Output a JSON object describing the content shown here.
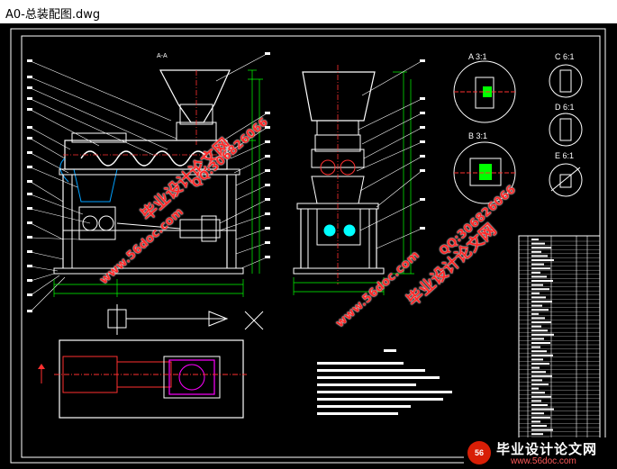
{
  "window": {
    "title": "A0-总装配图.dwg"
  },
  "detail_labels": [
    {
      "id": "A",
      "text": "A 3:1"
    },
    {
      "id": "B",
      "text": "B 3:1"
    },
    {
      "id": "C",
      "text": "C 6:1"
    },
    {
      "id": "D",
      "text": "D 6:1"
    },
    {
      "id": "E",
      "text": "E 6:1"
    }
  ],
  "section_marker": "A-A",
  "watermarks": {
    "site_name": "毕业设计论文网",
    "qq": "QQ:306826066",
    "url": "www.56doc.com"
  },
  "bottom_brand": {
    "name": "毕业设计论文网",
    "url": "www.56doc.com",
    "logo_text": "56"
  },
  "colors": {
    "background": "#000000",
    "frame": "#ffffff",
    "drawing": "#ffffff",
    "dimension": "#00ff00",
    "center": "#ff3030",
    "hidden": "#00a0ff",
    "highlight": "#ff00ff",
    "watermark": "#ff2a2a"
  }
}
